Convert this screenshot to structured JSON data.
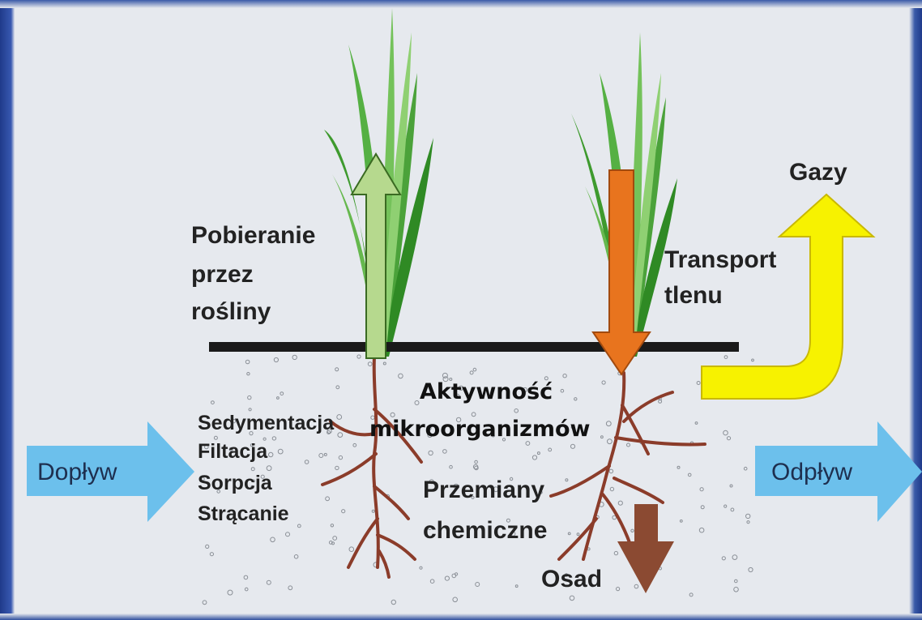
{
  "labels": {
    "uptake": [
      "Pobieranie",
      "przez",
      "rośliny"
    ],
    "transport": [
      "Transport",
      "tlenu"
    ],
    "gases": "Gazy",
    "processes": [
      "Sedymentacja",
      "Filtacja",
      "Sorpcja",
      "Strącanie"
    ],
    "activity": [
      "Aktywność",
      "mikroorganizmów"
    ],
    "chemical": [
      "Przemiany",
      "chemiczne"
    ],
    "sediment": "Osad",
    "inflow": "Dopływ",
    "outflow": "Odpływ"
  },
  "colors": {
    "background": "#e6e9ee",
    "frame": "#2c4a9a",
    "ground_line": "#1a1a1a",
    "flow_arrow": "#6cc0ec",
    "uptake_arrow": "#b6d98e",
    "oxygen_arrow": "#e8741e",
    "gas_arrow": "#f7f200",
    "sediment_arrow": "#8b4a32",
    "roots": "#8b3c2a",
    "leaves": "#3e9a2e"
  }
}
